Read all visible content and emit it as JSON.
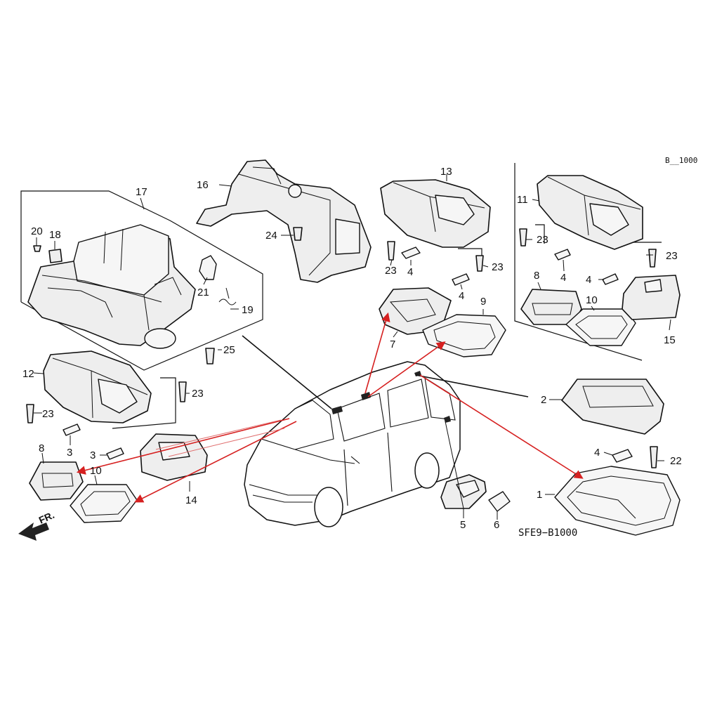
{
  "page_code": "B__1000",
  "diagram_code": "SFE9−B1000",
  "front_marker": "FR.",
  "callouts": {
    "c1": "1",
    "c2": "2",
    "c3a": "3",
    "c3b": "3",
    "c4a": "4",
    "c4b": "4",
    "c4c": "4",
    "c4d": "4",
    "c4e": "4",
    "c5": "5",
    "c6": "6",
    "c7": "7",
    "c8a": "8",
    "c8b": "8",
    "c9": "9",
    "c10a": "10",
    "c10b": "10",
    "c11": "11",
    "c12": "12",
    "c13": "13",
    "c14": "14",
    "c15": "15",
    "c16": "16",
    "c17": "17",
    "c18": "18",
    "c19": "19",
    "c20": "20",
    "c21": "21",
    "c22": "22",
    "c23a": "23",
    "c23b": "23",
    "c23c": "23",
    "c23d": "23",
    "c23e": "23",
    "c23f": "23",
    "c24": "24",
    "c25": "25"
  },
  "colors": {
    "line": "#111111",
    "arrow": "#d62020",
    "background": "#ffffff"
  }
}
